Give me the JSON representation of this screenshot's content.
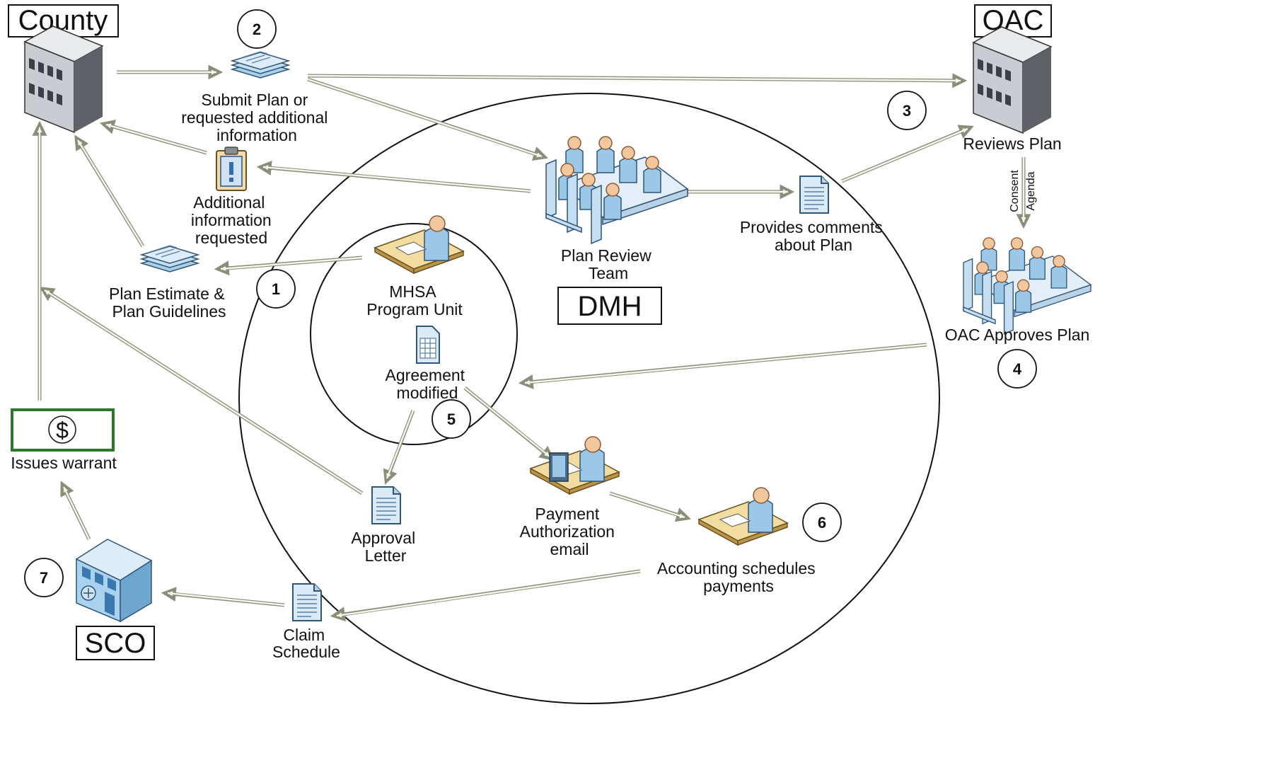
{
  "entities": {
    "county": "County",
    "oac": "OAC",
    "dmh": "DMH",
    "sco": "SCO"
  },
  "steps": {
    "s1": "1",
    "s2": "2",
    "s3": "3",
    "s4": "4",
    "s5": "5",
    "s6": "6",
    "s7": "7"
  },
  "labels": {
    "submit_plan": [
      "Submit Plan or",
      "requested additional",
      "information"
    ],
    "additional_info": [
      "Additional",
      "information",
      "requested"
    ],
    "plan_estimate": [
      "Plan Estimate &",
      "Plan Guidelines"
    ],
    "plan_review": [
      "Plan Review",
      "Team"
    ],
    "provides_comments": [
      "Provides comments",
      "about Plan"
    ],
    "reviews_plan": "Reviews Plan",
    "consent": "Consent",
    "agenda": "Agenda",
    "oac_approves": "OAC Approves Plan",
    "mhsa_unit": [
      "MHSA",
      "Program  Unit"
    ],
    "agreement": [
      "Agreement",
      "modified"
    ],
    "approval_letter": [
      "Approval",
      "Letter"
    ],
    "payment_auth": [
      "Payment",
      "Authorization",
      "email"
    ],
    "accounting": [
      "Accounting schedules",
      "payments"
    ],
    "claim_schedule": [
      "Claim",
      "Schedule"
    ],
    "issues_warrant": "Issues warrant",
    "dollar": "$"
  }
}
